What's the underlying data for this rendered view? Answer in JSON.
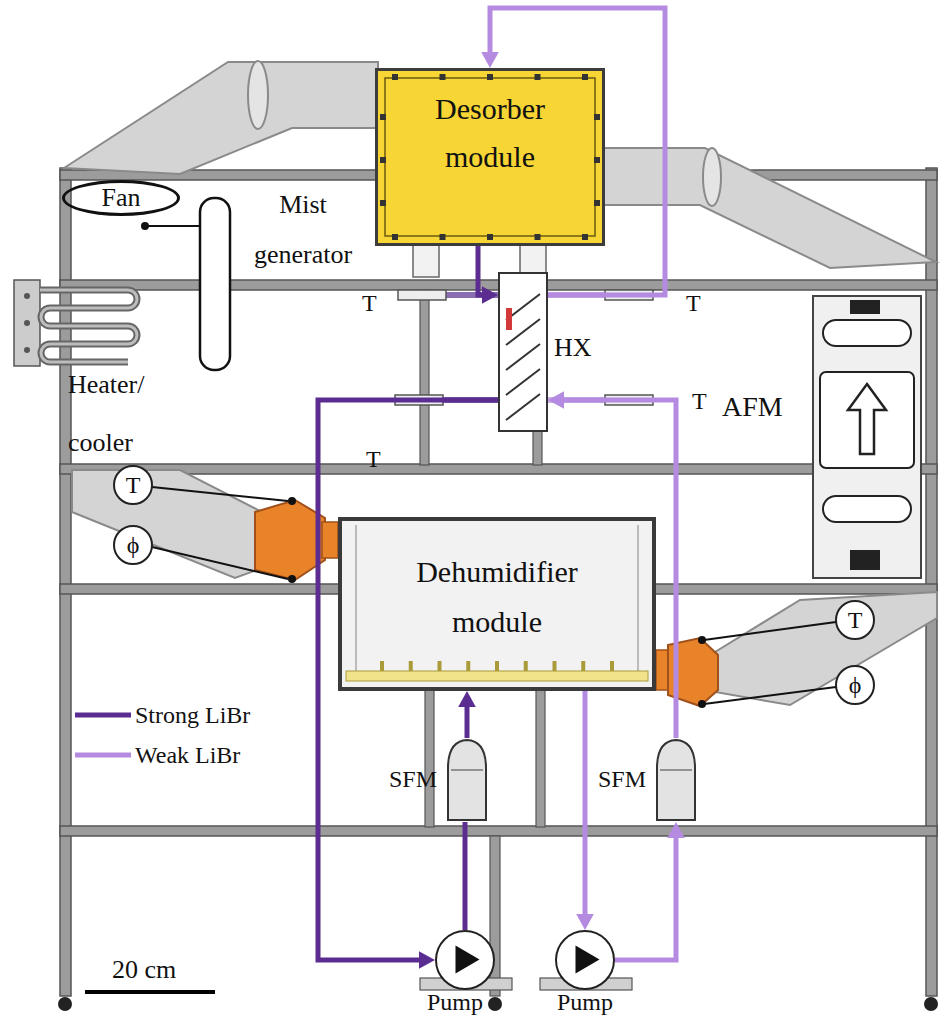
{
  "diagram": {
    "nodes": [
      {
        "text": [
          "Desorber module"
        ]
      },
      {
        "text": [
          "Fan"
        ]
      },
      {
        "text": [
          "HX"
        ]
      },
      {
        "text": [
          "T"
        ]
      },
      {
        "text": [
          "ϕ"
        ]
      },
      {
        "text": [
          "Dehumidifier module"
        ]
      },
      {
        "text": [
          "T"
        ]
      },
      {
        "text": [
          "ϕ"
        ]
      },
      {
        "text": [
          "SFM"
        ]
      },
      {
        "text": [
          "SFM"
        ]
      },
      {
        "text": [
          "Pump"
        ]
      },
      {
        "text": [
          "Pump"
        ]
      }
    ],
    "edges": [
      {
        "from": 0,
        "to": 2,
        "arrow": "to"
      },
      {
        "from": 2,
        "to": 10,
        "arrow": "to"
      },
      {
        "from": 10,
        "to": 8,
        "arrow": "none"
      },
      {
        "from": 8,
        "to": 5,
        "arrow": "to"
      },
      {
        "from": 5,
        "to": 11,
        "arrow": "to"
      },
      {
        "from": 11,
        "to": 9,
        "arrow": "to"
      },
      {
        "from": 9,
        "to": 2,
        "arrow": "to"
      },
      {
        "from": 2,
        "to": 0,
        "arrow": "to"
      }
    ],
    "labels": [
      "Mist generator",
      "Heater/ cooler",
      "T",
      "T",
      "T",
      "T",
      "AFM",
      "20 cm"
    ],
    "legend": [
      {
        "text": "Strong LiBr",
        "color": "#5c2d91"
      },
      {
        "text": "Weak LiBr",
        "color": "#b48be0"
      }
    ]
  }
}
